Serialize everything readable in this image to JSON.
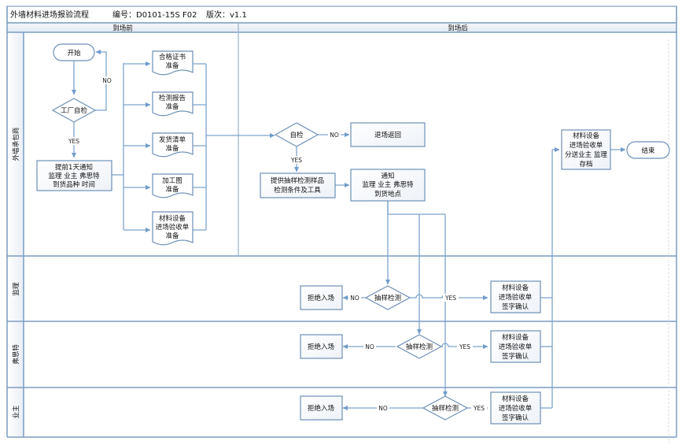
{
  "header": {
    "title": "外墙材料进场报验流程",
    "code_label": "编号：D0101-15S F02",
    "version_label": "版次：v1.1"
  },
  "phases": [
    {
      "label": "到场前"
    },
    {
      "label": "到场后"
    }
  ],
  "lanes": [
    {
      "label": "外墙承包商"
    },
    {
      "label": "监理"
    },
    {
      "label": "弗思特"
    },
    {
      "label": "业主"
    }
  ],
  "nodes": {
    "start": "开始",
    "factory_check": "工厂自检",
    "notify": [
      "提前1天通知",
      "监理 业主 弗思特",
      "到货品种 时间"
    ],
    "docs": [
      [
        "合格证书",
        "准备"
      ],
      [
        "检测报告",
        "准备"
      ],
      [
        "发货清单",
        "准备"
      ],
      [
        "加工图",
        "准备"
      ],
      [
        "材料设备",
        "进场验收单",
        "准备"
      ]
    ],
    "self_check": "自检",
    "return": "退场返回",
    "provide_samples": [
      "提供抽样检测样品",
      "检测条件及工具"
    ],
    "notify_location": [
      "通知",
      "监理 业主 弗思特",
      "到货地点"
    ],
    "distribute": [
      "材料设备",
      "进场验收单",
      "分送业主 监理",
      "存档"
    ],
    "end": "结束",
    "sample_test": "抽样检测",
    "reject": "拒绝入场",
    "sign_confirm": [
      "材料设备",
      "进场验收单",
      "签字确认"
    ]
  },
  "edge_labels": {
    "yes": "YES",
    "no": "NO"
  },
  "colors": {
    "line": "#7ea4cb",
    "border": "#6e8fb5",
    "header_fill": "#e6ecf5"
  }
}
